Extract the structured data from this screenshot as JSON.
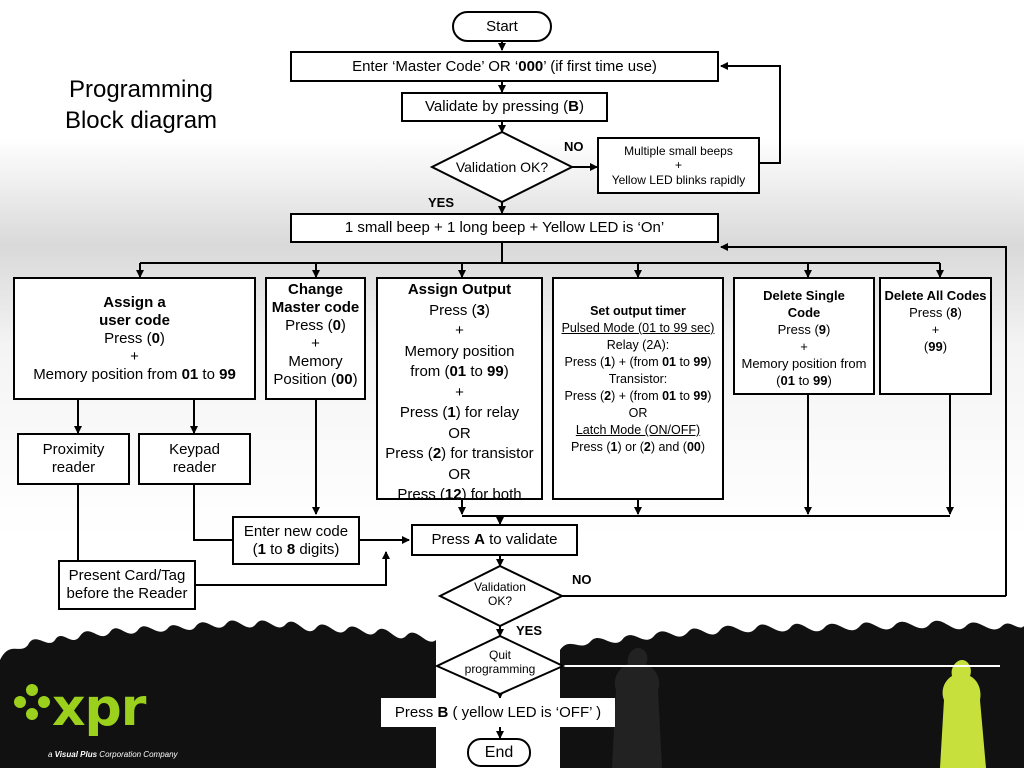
{
  "title": [
    "Programming",
    "Block diagram"
  ],
  "start": "Start",
  "end": "End",
  "enter_master": {
    "pre": "Enter ‘Master Code’ OR ‘",
    "bold": "000",
    "post": "’ (if first time use)"
  },
  "validate_b": {
    "pre": "Validate by pressing (",
    "bold": "B",
    "post": ")"
  },
  "validation_ok_1": "Validation OK?",
  "no_1": "NO",
  "yes_1": "YES",
  "error_box": [
    "Multiple small beeps",
    "+",
    "Yellow LED blinks rapidly"
  ],
  "beep_box": "1 small beep + 1 long beep + Yellow LED is ‘On’",
  "assign_user": {
    "title1": "Assign a",
    "title2": "user code",
    "press_pre": "Press (",
    "press_bold": "0",
    "press_post": ")",
    "plus": "+",
    "mem_pre": "Memory position from ",
    "mem_b1": "01",
    "mem_mid": " to ",
    "mem_b2": "99"
  },
  "change_master": {
    "title1": "Change",
    "title2": "Master code",
    "press_pre": "Press (",
    "press_bold": "0",
    "press_post": ")",
    "plus": "+",
    "mem1": "Memory",
    "mem_pre": "Position (",
    "mem_bold": "00",
    "mem_post": ")"
  },
  "assign_output": {
    "title": "Assign Output",
    "press_pre": "Press (",
    "press_bold": "3",
    "press_post": ")",
    "plus": "+",
    "mem1": "Memory position",
    "from_pre": "from (",
    "from_b1": "01",
    "from_mid": " to ",
    "from_b2": "99",
    "from_post": ")",
    "plus2": "+",
    "relay_pre": "Press (",
    "relay_bold": "1",
    "relay_post": ") for relay",
    "or1": "OR",
    "trans_pre": "Press (",
    "trans_bold": "2",
    "trans_post": ") for transistor",
    "or2": "OR",
    "both_pre": "Press (",
    "both_bold": "12",
    "both_post": ") for both"
  },
  "set_timer": {
    "title": "Set output timer",
    "pulsed": "Pulsed Mode (01 to 99 sec)",
    "relay": "Relay (2A):",
    "relay_pre": "Press (",
    "relay_b1": "1",
    "relay_mid": ") + (from ",
    "relay_b2": "01",
    "relay_to": " to ",
    "relay_b3": "99",
    "relay_post": ")",
    "transistor": "Transistor:",
    "trans_pre": "Press (",
    "trans_b1": "2",
    "trans_mid": ") + (from ",
    "trans_b2": "01",
    "trans_to": " to ",
    "trans_b3": "99",
    "trans_post": ")",
    "or": "OR",
    "latch": "Latch Mode (ON/OFF)",
    "latch_pre": "Press (",
    "latch_b1": "1",
    "latch_mid": ") or (",
    "latch_b2": "2",
    "latch_and": ") and (",
    "latch_b3": "00",
    "latch_post": ")"
  },
  "delete_single": {
    "title1": "Delete Single",
    "title2": "Code",
    "press_pre": "Press (",
    "press_bold": "9",
    "press_post": ")",
    "plus": "+",
    "mem": "Memory position from",
    "range_pre": "(",
    "range_b1": "01",
    "range_mid": " to ",
    "range_b2": "99",
    "range_post": ")"
  },
  "delete_all": {
    "title": "Delete All Codes",
    "press_pre": "Press (",
    "press_bold": "8",
    "press_post": ")",
    "plus": "+",
    "code_pre": "(",
    "code_bold": "99",
    "code_post": ")"
  },
  "proximity": [
    "Proximity",
    "reader"
  ],
  "keypad": [
    "Keypad",
    "reader"
  ],
  "present_card": [
    "Present Card/Tag",
    "before the Reader"
  ],
  "enter_new": {
    "line1": "Enter new code",
    "pre": "(",
    "b1": "1",
    "mid": " to ",
    "b2": "8",
    "post": " digits)"
  },
  "press_a": {
    "pre": "Press ",
    "bold": "A",
    "post": " to validate"
  },
  "validation_ok_2": [
    "Validation",
    "OK?"
  ],
  "no_2": "NO",
  "yes_2": "YES",
  "quit": [
    "Quit",
    "programming"
  ],
  "press_b_off": {
    "pre": "Press ",
    "bold": "B",
    "post": " ( yellow LED is ‘OFF’ )"
  },
  "logo": {
    "name": "xpr",
    "sub_pre": "a ",
    "sub_mid": "Visual Plus",
    "sub_post": " Corporation Company"
  },
  "colors": {
    "accent": "#9bd11c",
    "line": "#000000",
    "crowd": "#111111"
  }
}
